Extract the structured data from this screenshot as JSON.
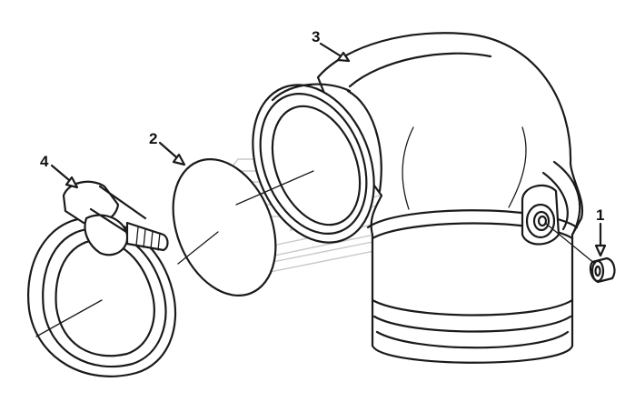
{
  "callouts": [
    {
      "id": "1",
      "label": "1"
    },
    {
      "id": "2",
      "label": "2"
    },
    {
      "id": "3",
      "label": "3"
    },
    {
      "id": "4",
      "label": "4"
    }
  ],
  "colors": {
    "line": "#1a1a1a",
    "watermark": "#c8c8c8",
    "background": "#ffffff"
  }
}
